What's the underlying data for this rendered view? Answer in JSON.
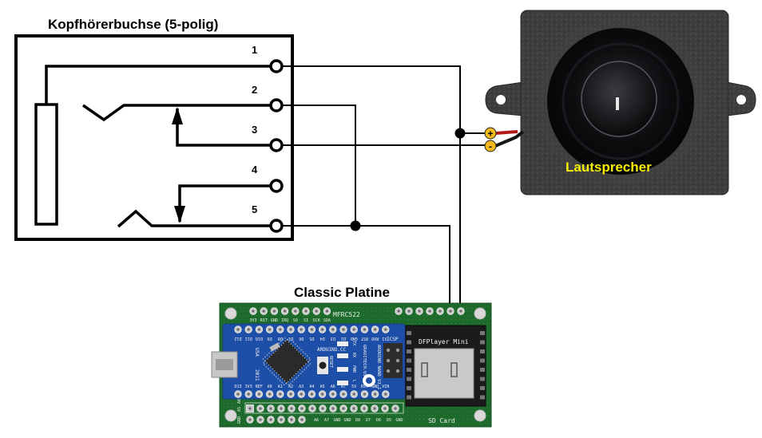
{
  "jack": {
    "title": "Kopfhörerbuchse (5-polig)",
    "pins": [
      {
        "number": "1"
      },
      {
        "number": "2"
      },
      {
        "number": "3"
      },
      {
        "number": "4"
      },
      {
        "number": "5"
      }
    ]
  },
  "speaker": {
    "label": "Lautsprecher",
    "label_color": "#f5ef00",
    "terminal_plus": "+",
    "terminal_minus": "-",
    "terminal_color": "#f2b81c"
  },
  "board": {
    "title": "Classic Platine",
    "pcb_color": "#1f6b2e",
    "nano_color": "#1e4fa8",
    "mfrc_label": "MFRC522",
    "mfrc_pins": [
      "3V3",
      "RST",
      "GND",
      "IRQ",
      "SO",
      "SI",
      "SCK",
      "SDA"
    ],
    "nano_top_pins": [
      "D12",
      "D11",
      "D10",
      "D9",
      "D8",
      "D7",
      "D6",
      "D5",
      "D4",
      "D3",
      "D2",
      "GND",
      "RST",
      "RX0",
      "TX1"
    ],
    "nano_bottom_pins": [
      "D13",
      "3V3",
      "REF",
      "A0",
      "A1",
      "A2",
      "A3",
      "A4",
      "A5",
      "A6",
      "A7",
      "5V",
      "RST",
      "GND",
      "VIN"
    ],
    "nano_text": {
      "arduino_cc": "ARDUINO.CC",
      "usa": "USA",
      "year": "2011",
      "model": "ARDUINO NANO V3.1",
      "maker": "GRAVITECH.US",
      "icsp": "ICSP",
      "reset": "RESET",
      "tx": "TX",
      "rx": "RX",
      "pwr": "PWR",
      "l": "L"
    },
    "header_side_labels": [
      "A0",
      "A5",
      "GND"
    ],
    "bottom_header_labels": [
      "A6",
      "A7",
      "GND",
      "GND",
      "D8",
      "D7",
      "D6",
      "D5",
      "GND"
    ],
    "dfplayer_label": "DFPlayer Mini",
    "sd_label": "SD Card"
  }
}
